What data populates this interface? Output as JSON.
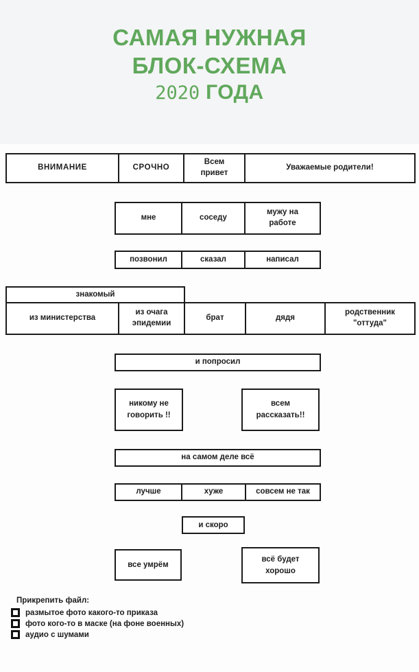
{
  "poster": {
    "background_color": "#fdfdfd",
    "header_background_color": "#f4f5f6",
    "accent_color": "#60a85c",
    "box_border_color": "#1b1b1b",
    "title": {
      "line1": "САМАЯ НУЖНАЯ",
      "line2": "БЛОК-СХЕМА",
      "year": "2020",
      "line3_rest": " ГОДА"
    }
  },
  "flowchart": {
    "row1": {
      "name": "opening-row",
      "cells": [
        "ВНИМАНИЕ",
        "СРОЧНО",
        "Всем\nпривет",
        "Уважаемые родители!"
      ]
    },
    "row2": {
      "name": "recipient-row",
      "cells": [
        "мне",
        "соседу",
        "мужу на\nработе"
      ]
    },
    "row3": {
      "name": "action-row",
      "cells": [
        "позвонил",
        "сказал",
        "написал"
      ]
    },
    "row4_header": {
      "name": "acquaintance-header",
      "cells": [
        "знакомый"
      ]
    },
    "row4": {
      "name": "source-row",
      "cells": [
        "из министерства",
        "из очага\nэпидемии",
        "брат",
        "дядя",
        "родственник\n\"оттуда\""
      ]
    },
    "row5": {
      "name": "request-row",
      "cells": [
        "и попросил"
      ]
    },
    "row6": {
      "name": "instruction-row",
      "cells": [
        "никому не\nговорить !!",
        "всем\nрассказать!!"
      ]
    },
    "row7": {
      "name": "reality-row",
      "cells": [
        "на самом деле всё"
      ]
    },
    "row8": {
      "name": "comparison-row",
      "cells": [
        "лучше",
        "хуже",
        "совсем не так"
      ]
    },
    "row9": {
      "name": "soon-row",
      "cells": [
        "и скоро"
      ]
    },
    "row10": {
      "name": "outcome-row",
      "cells": [
        "все умрём",
        "всё будет\nхорошо"
      ]
    }
  },
  "attachment": {
    "title": "Прикрепить файл:",
    "items": [
      "размытое фото какого-то приказа",
      "фото кого-то в маске (на фоне военных)",
      "аудио с шумами"
    ]
  }
}
